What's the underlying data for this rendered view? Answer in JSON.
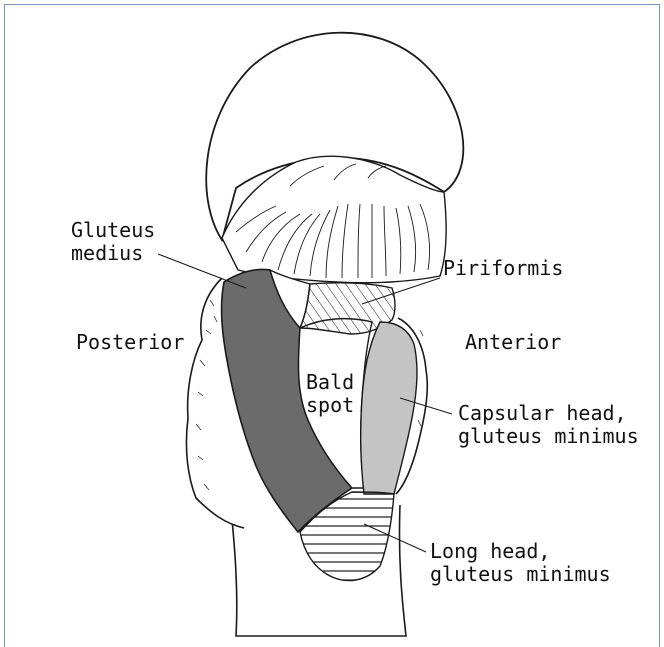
{
  "labels": {
    "gluteus_medius": "Gluteus\nmedius",
    "piriformis": "Piriformis",
    "posterior": "Posterior",
    "anterior": "Anterior",
    "bald_spot": "Bald\nspot",
    "capsular_head": "Capsular head,\ngluteus minimus",
    "long_head": "Long head,\ngluteus minimus"
  },
  "colors": {
    "border": "#7a93b8",
    "outline": "#1a1a1a",
    "gluteus_medius_fill": "#6b6b6b",
    "capsular_head_fill": "#c4c4c4",
    "bone_fill": "#ffffff"
  }
}
